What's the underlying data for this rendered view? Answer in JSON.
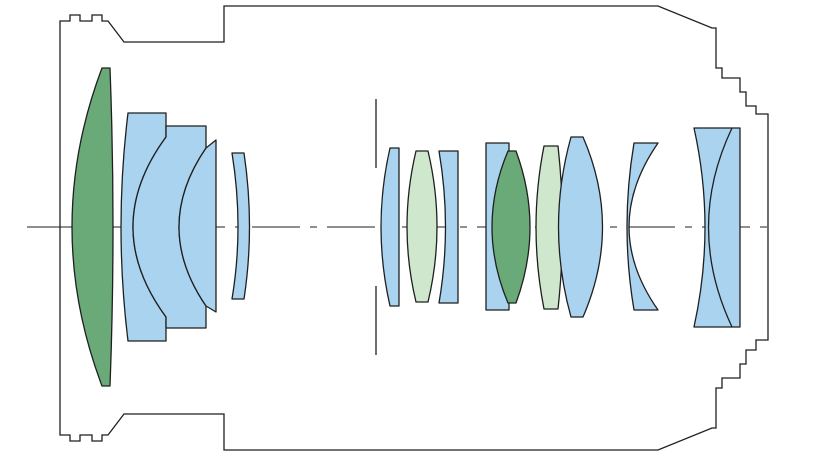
{
  "diagram": {
    "icon": "lens-cross-section-icon",
    "colors": {
      "outline": "#1f1f1f",
      "background": "#ffffff",
      "standard_glass": "#a9d3ef",
      "aspherical_glass": "#6aaa78",
      "ud_glass": "#cfe7cc"
    },
    "elements": [
      {
        "index": 1,
        "glass": "aspherical"
      },
      {
        "index": 2,
        "glass": "standard"
      },
      {
        "index": 3,
        "glass": "standard"
      },
      {
        "index": 4,
        "glass": "standard"
      },
      {
        "index": 5,
        "glass": "standard"
      },
      {
        "index": 6,
        "glass": "standard"
      },
      {
        "index": 7,
        "glass": "ud"
      },
      {
        "index": 8,
        "glass": "standard"
      },
      {
        "index": 9,
        "glass": "standard"
      },
      {
        "index": 10,
        "glass": "aspherical"
      },
      {
        "index": 11,
        "glass": "ud"
      },
      {
        "index": 12,
        "glass": "standard"
      },
      {
        "index": 13,
        "glass": "standard"
      },
      {
        "index": 14,
        "glass": "standard"
      }
    ]
  }
}
